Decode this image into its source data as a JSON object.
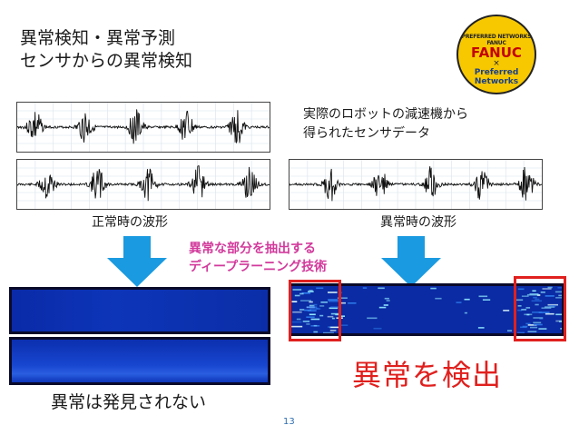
{
  "slide": {
    "title_line1": "異常検知・異常予測",
    "title_line2": "センサからの異常検知",
    "page_number": "13"
  },
  "logo": {
    "top_text": "PREFERRED NETWORKS FANUC",
    "brand_main": "FANUC",
    "separator": "×",
    "brand_second_line1": "Preferred",
    "brand_second_line2": "Networks",
    "color_bg": "#f7c800",
    "color_main": "#c30000",
    "color_second": "#1a3f8a"
  },
  "labels": {
    "sensor_description_line1": "実際のロボットの減速機から",
    "sensor_description_line2": "得られたセンサデータ",
    "normal_waveform": "正常時の波形",
    "abnormal_waveform": "異常時の波形",
    "method_line1": "異常な部分を抽出する",
    "method_line2": "ディープラーニング技術",
    "no_anomaly": "異常は発見されない",
    "anomaly_detected": "異常を検出"
  },
  "colors": {
    "arrow": "#1a9ae0",
    "method_text": "#d23a9c",
    "highlight": "#e0201e",
    "page_number": "#2f6fb2"
  }
}
